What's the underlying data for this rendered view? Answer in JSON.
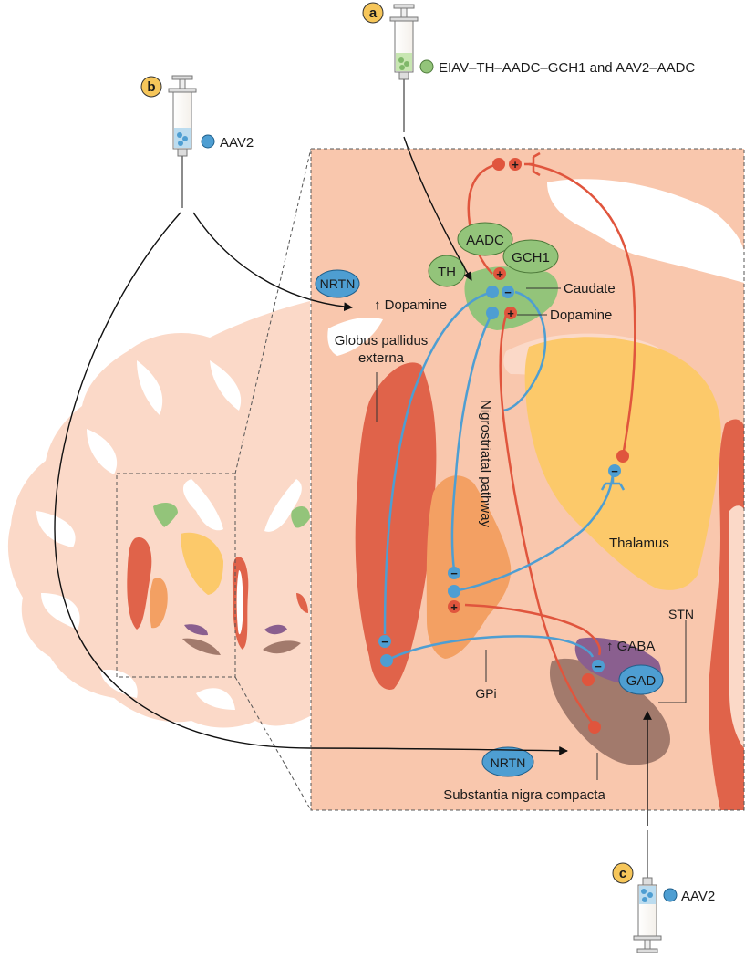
{
  "panels": {
    "a": {
      "badge": "a",
      "vector_label": "EIAV–TH–AADC–GCH1 and AAV2–AADC"
    },
    "b": {
      "badge": "b",
      "vector_label": "AAV2"
    },
    "c": {
      "badge": "c",
      "vector_label": "AAV2"
    }
  },
  "enzymes": {
    "aadc": "AADC",
    "gch1": "GCH1",
    "th": "TH",
    "gad": "GAD"
  },
  "growth_factors": {
    "nrtn_top": "NRTN",
    "nrtn_bottom": "NRTN"
  },
  "regions": {
    "caudate": "Caudate",
    "globus_pallidus_line1": "Globus pallidus",
    "globus_pallidus_line2": "externa",
    "thalamus": "Thalamus",
    "gpi": "GPi",
    "stn": "STN",
    "substantia_nigra": "Substantia nigra compacta",
    "nigrostriatal": "Nigrostriatal pathway"
  },
  "neurotransmitters": {
    "dopamine_up": "↑ Dopamine",
    "dopamine": "Dopamine",
    "gaba_up": "↑ GABA"
  },
  "signs": {
    "plus": "+",
    "minus": "−"
  },
  "colors": {
    "tissue_light": "#fbd9c8",
    "tissue_box": "#f9c7ad",
    "red_region": "#e0634a",
    "orange_region": "#f3a063",
    "thalamus": "#fcc96a",
    "caudate_green": "#93c47a",
    "snc_brown": "#a27a6c",
    "stn_purple": "#8a5f8f",
    "blue_pathway": "#4e9ed2",
    "red_pathway": "#e0553d",
    "badge_yellow": "#f6c65a"
  }
}
